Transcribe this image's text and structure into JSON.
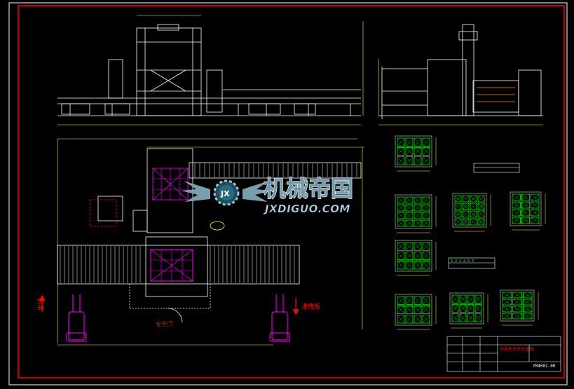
{
  "watermark": {
    "logo_text": "JX",
    "name_cn": "机械帝国",
    "name_en": "JXDIGUO.COM"
  },
  "annotations": {
    "exit_label": "出垛",
    "entry_label": "进栈板",
    "door_label": "安全门"
  },
  "pattern_table_label": "1-2-3-4-5-6",
  "title_block": {
    "drawing_title": "码垛机系统总装图",
    "drawing_number": "YM4001-00"
  },
  "colors": {
    "background": "#000000",
    "frame": "#ff0000",
    "lines": "#ffffff",
    "pallet_pattern": "#00ff00",
    "robot": "#ff00ff",
    "dimensions": "#ffff00",
    "outline": "#00ffff"
  },
  "icons": [
    "logo-gear-icon",
    "logo-wing-icon",
    "forklift-icon"
  ]
}
